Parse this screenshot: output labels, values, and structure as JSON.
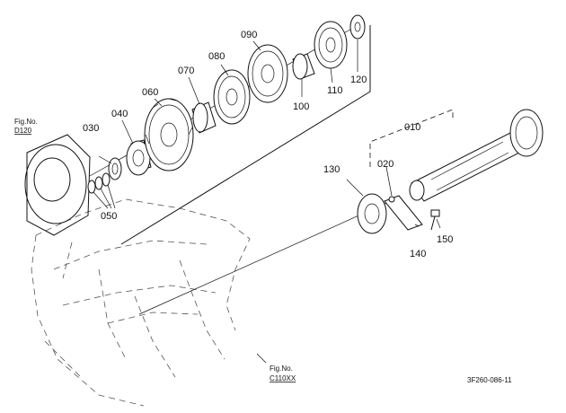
{
  "figure_refs": {
    "top": {
      "line1": "Fig.No.",
      "line2": "D120"
    },
    "bottom": {
      "line1": "Fig.No.",
      "line2": "C110XX"
    }
  },
  "callouts": [
    "010",
    "020",
    "030",
    "040",
    "050",
    "060",
    "070",
    "080",
    "090",
    "100",
    "110",
    "120",
    "130",
    "140",
    "150"
  ],
  "drawing_code": "3F260-086-11"
}
